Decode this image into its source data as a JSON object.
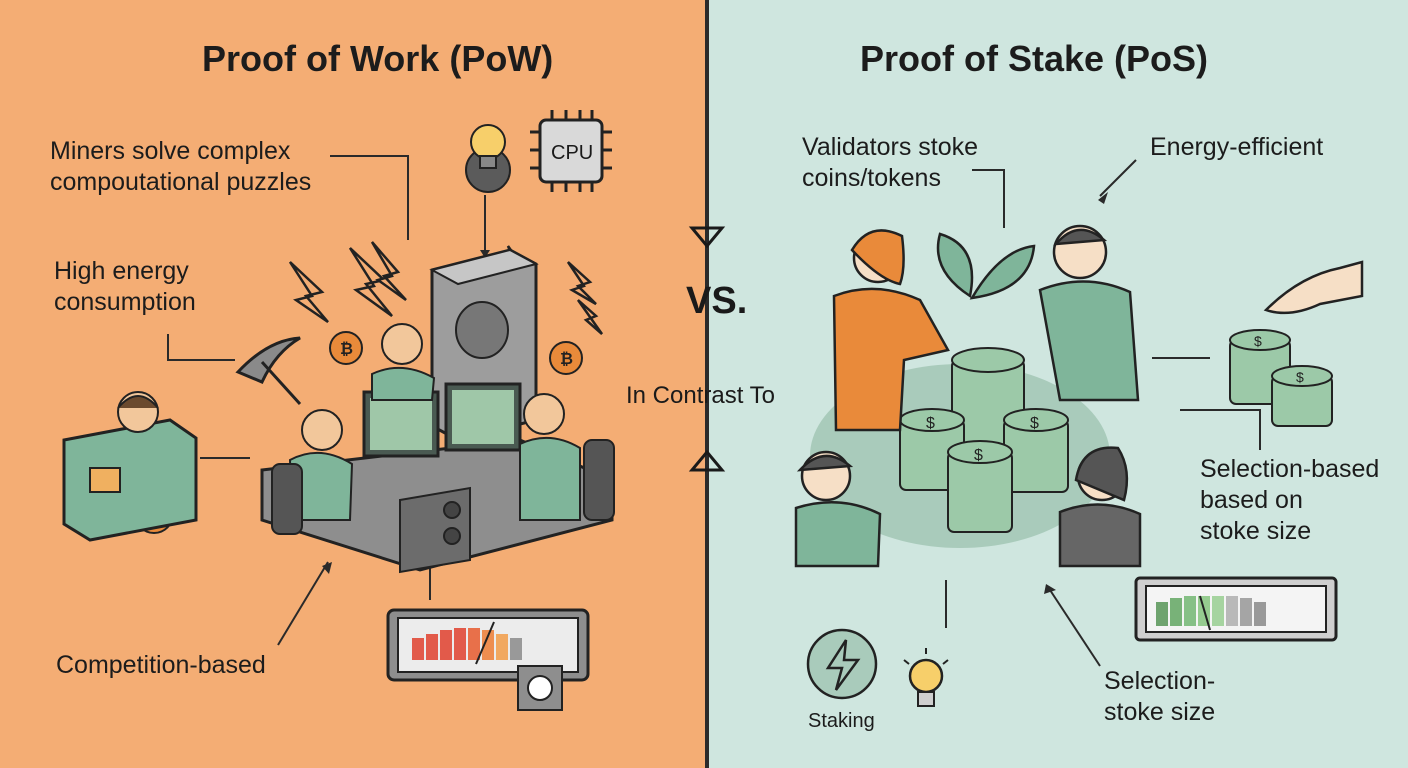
{
  "left": {
    "title": "Proof of Work (PoW)",
    "miners_line1": "Miners solve complex",
    "miners_line2": "compoutational puzzles",
    "energy_line1": "High energy",
    "energy_line2": "consumption",
    "competition": "Competition-based",
    "cpu_label": "CPU"
  },
  "center": {
    "vs": "VS.",
    "contrast": "In Contrast To"
  },
  "right": {
    "title": "Proof of Stake (PoS)",
    "validators_line1": "Validators stoke",
    "validators_line2": "coins/tokens",
    "energy_efficient": "Energy-efficient",
    "selection1_line1": "Selection-based",
    "selection1_line2": "based on",
    "selection1_line3": "stoke size",
    "selection2_line1": "Selection-",
    "selection2_line2": "stoke size",
    "staking": "Staking"
  },
  "colors": {
    "left_bg": "#f4ad74",
    "right_bg": "#cfe6df",
    "accent_green": "#7fb59a",
    "coin_orange": "#e98a3a"
  }
}
